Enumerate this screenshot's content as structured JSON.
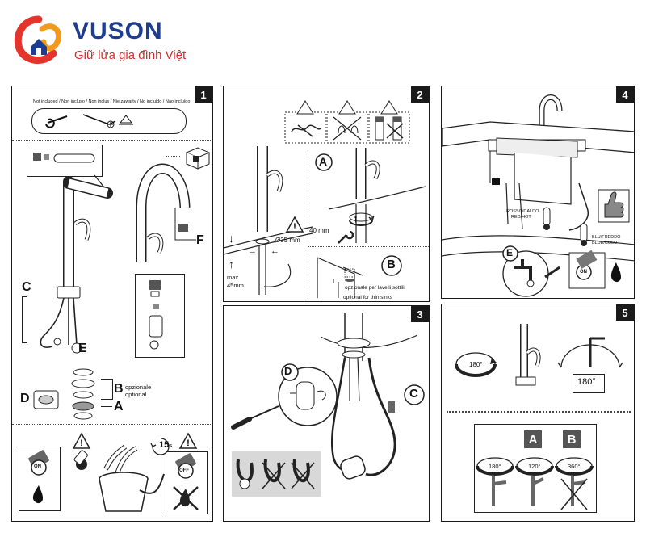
{
  "brand": {
    "name": "VUSON",
    "tagline": "Giữ lửa gia đình Việt",
    "primary_color": "#1e3d8f",
    "accent_color": "#e5342c",
    "tagline_color": "#d1302a"
  },
  "panel1": {
    "number": "1",
    "not_included": "Not included / Non incluso / Non inclus / Nie zawarty / No incluido / Nao incluído",
    "label_c": "C",
    "label_e": "E",
    "label_f": "F",
    "label_d": "D",
    "label_b": "B",
    "label_a": "A",
    "opzionale": "opzionale",
    "optional": "optional",
    "on_text": "ON",
    "off_text": "OFF",
    "timer": "15",
    "timer_unit": "s"
  },
  "panel2": {
    "number": "2",
    "label_a": "A",
    "label_b": "B",
    "dim_40": "40 mm",
    "dim_35": "Ø35 mm",
    "max_text": "max",
    "dim_45": "45mm",
    "thin_sinks_it": "opzionale per lavelli sottili",
    "thin_sinks_en": "optional for thin sinks"
  },
  "panel3": {
    "number": "3",
    "label_d": "D",
    "label_c": "C"
  },
  "panel4": {
    "number": "4",
    "hot_it": "ROSSO/CALDO",
    "hot_en": "RED/HOT",
    "cold_it": "BLU/FREDDO",
    "cold_en": "BLUE/COLD",
    "label_e": "E",
    "on_text": "ON"
  },
  "panel5": {
    "number": "5",
    "rot_180": "180°",
    "box_180": "180°",
    "label_a": "A",
    "label_b": "B",
    "rot_a": "180°",
    "rot_b": "120°",
    "rot_c": "360°"
  }
}
